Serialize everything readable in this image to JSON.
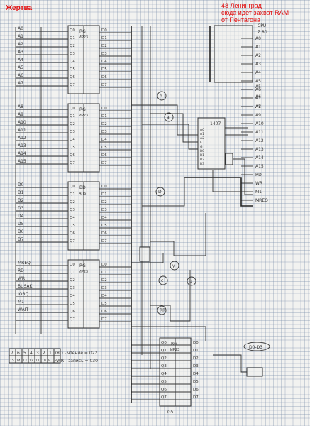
{
  "annotations": {
    "victim": "Жертва",
    "note_line1": "48 Ленинград",
    "note_line2": "сюда идет захват RAM",
    "note_line3": "от Пентагона"
  },
  "cpu_label": "CPU",
  "cpu_part": "Z 80",
  "cpu_top_signals": [
    "A5",
    "A6",
    "A7"
  ],
  "cpu_signals": [
    "A0",
    "A1",
    "A2",
    "A3",
    "A4",
    "A5",
    "A6",
    "A7",
    "A8",
    "A9",
    "A10",
    "A11",
    "A12",
    "A13",
    "A14",
    "A15",
    "RD",
    "WR",
    "M1",
    "MREQ"
  ],
  "left_pins": {
    "bus1": [
      "A0",
      "A1",
      "A2",
      "A3",
      "A4",
      "A5",
      "A6",
      "A7"
    ],
    "bus2": [
      "A8",
      "A9",
      "A10",
      "A11",
      "A12",
      "A13",
      "A14",
      "A15"
    ],
    "bus3": [
      "D0",
      "D1",
      "D2",
      "D3",
      "D4",
      "D5",
      "D6",
      "D7"
    ],
    "bus4": [
      "MREQ",
      "RD",
      "WR",
      "BUSAK",
      "IORQ",
      "M1",
      "WAIT",
      ""
    ]
  },
  "chips": [
    {
      "name": "RG",
      "part": "ИР23"
    },
    {
      "name": "RG",
      "part": "ИР23"
    },
    {
      "name": "BD",
      "part": "АП6"
    },
    {
      "name": "RG",
      "part": "ИР23"
    },
    {
      "name": "RG",
      "part": "ИР23"
    }
  ],
  "chip_pins": {
    "inputs": [
      "D0",
      "D1",
      "D2",
      "D3",
      "D4",
      "D5",
      "D6",
      "D7"
    ],
    "outputs": [
      "Q0",
      "Q1",
      "Q2",
      "Q3",
      "Q4",
      "Q5",
      "Q6",
      "Q7"
    ]
  },
  "center_chip": {
    "name": "1407",
    "labels": [
      "A0",
      "A1",
      "A2",
      "E",
      "G",
      "B0",
      "B1",
      "B2",
      "B3"
    ]
  },
  "circled_tags": [
    "б",
    "а",
    "D",
    "с",
    "y",
    "u",
    "RR"
  ],
  "legend": {
    "bits": [
      "7",
      "6",
      "5",
      "4",
      "3",
      "2",
      "1",
      "0"
    ],
    "values": [
      "15",
      "14",
      "13",
      "12",
      "11",
      "10",
      "9",
      "8"
    ],
    "rd": "RD - чтение = 022",
    "wr": "WR - запись = 030"
  },
  "out_label": "D0-D3",
  "bottom_label": "G5"
}
